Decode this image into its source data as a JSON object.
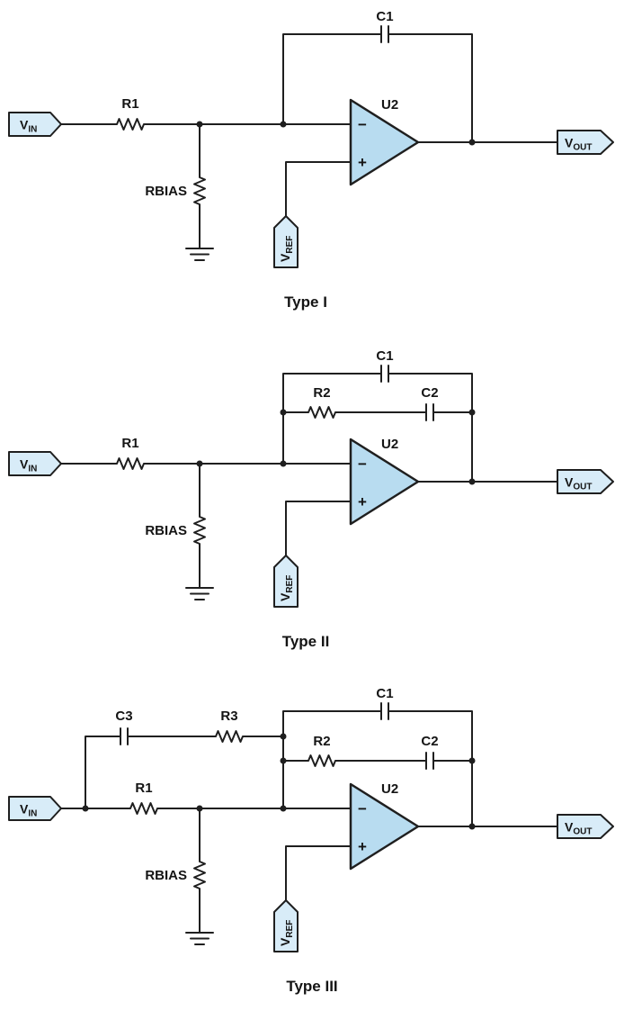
{
  "colors": {
    "background": "#ffffff",
    "wire": "#1f1f1f",
    "opamp_fill": "#b8dcf0",
    "tag_fill": "#d8ecf8",
    "text": "#141414"
  },
  "tags": {
    "vin": {
      "main": "V",
      "sub": "IN"
    },
    "vout": {
      "main": "V",
      "sub": "OUT"
    },
    "vref": {
      "main": "V",
      "sub": "REF"
    }
  },
  "opamp": {
    "designator": "U2",
    "inverting_sign": "−",
    "noninverting_sign": "+"
  },
  "circuits": {
    "type1": {
      "caption": "Type I",
      "c1": "C1",
      "r1": "R1",
      "rbias": "RBIAS"
    },
    "type2": {
      "caption": "Type II",
      "c1": "C1",
      "r2": "R2",
      "c2": "C2",
      "r1": "R1",
      "rbias": "RBIAS"
    },
    "type3": {
      "caption": "Type III",
      "c1": "C1",
      "c3": "C3",
      "r3": "R3",
      "r2": "R2",
      "c2": "C2",
      "r1": "R1",
      "rbias": "RBIAS"
    }
  }
}
